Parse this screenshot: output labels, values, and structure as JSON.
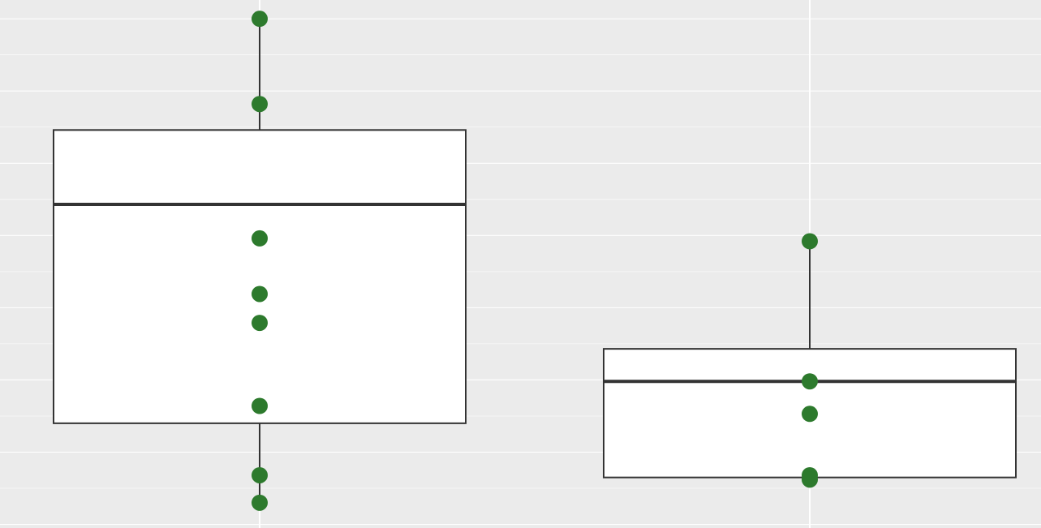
{
  "chart_data": {
    "type": "boxplot",
    "title": "",
    "xlabel": "",
    "ylabel": "",
    "categories": [
      "",
      ""
    ],
    "ylim": [
      -0.05,
      7.26
    ],
    "grid": true,
    "legend": "none",
    "colors": {
      "panel": "#ebebeb",
      "grid": "#ffffff",
      "box_fill": "#ffffff",
      "box_stroke": "#333333",
      "point": "#2d7a2d"
    },
    "boxes": [
      {
        "category": "",
        "min": 0.3,
        "q1": 1.4,
        "median": 4.43,
        "q3": 5.46,
        "max": 7.0,
        "points": [
          7.0,
          5.82,
          3.96,
          3.19,
          2.79,
          1.64,
          0.68,
          0.3
        ]
      },
      {
        "category": "",
        "min": 0.62,
        "q1": 0.65,
        "median": 1.98,
        "q3": 2.43,
        "max": 3.92,
        "points": [
          3.92,
          1.98,
          1.53,
          0.68,
          0.62
        ]
      }
    ]
  }
}
